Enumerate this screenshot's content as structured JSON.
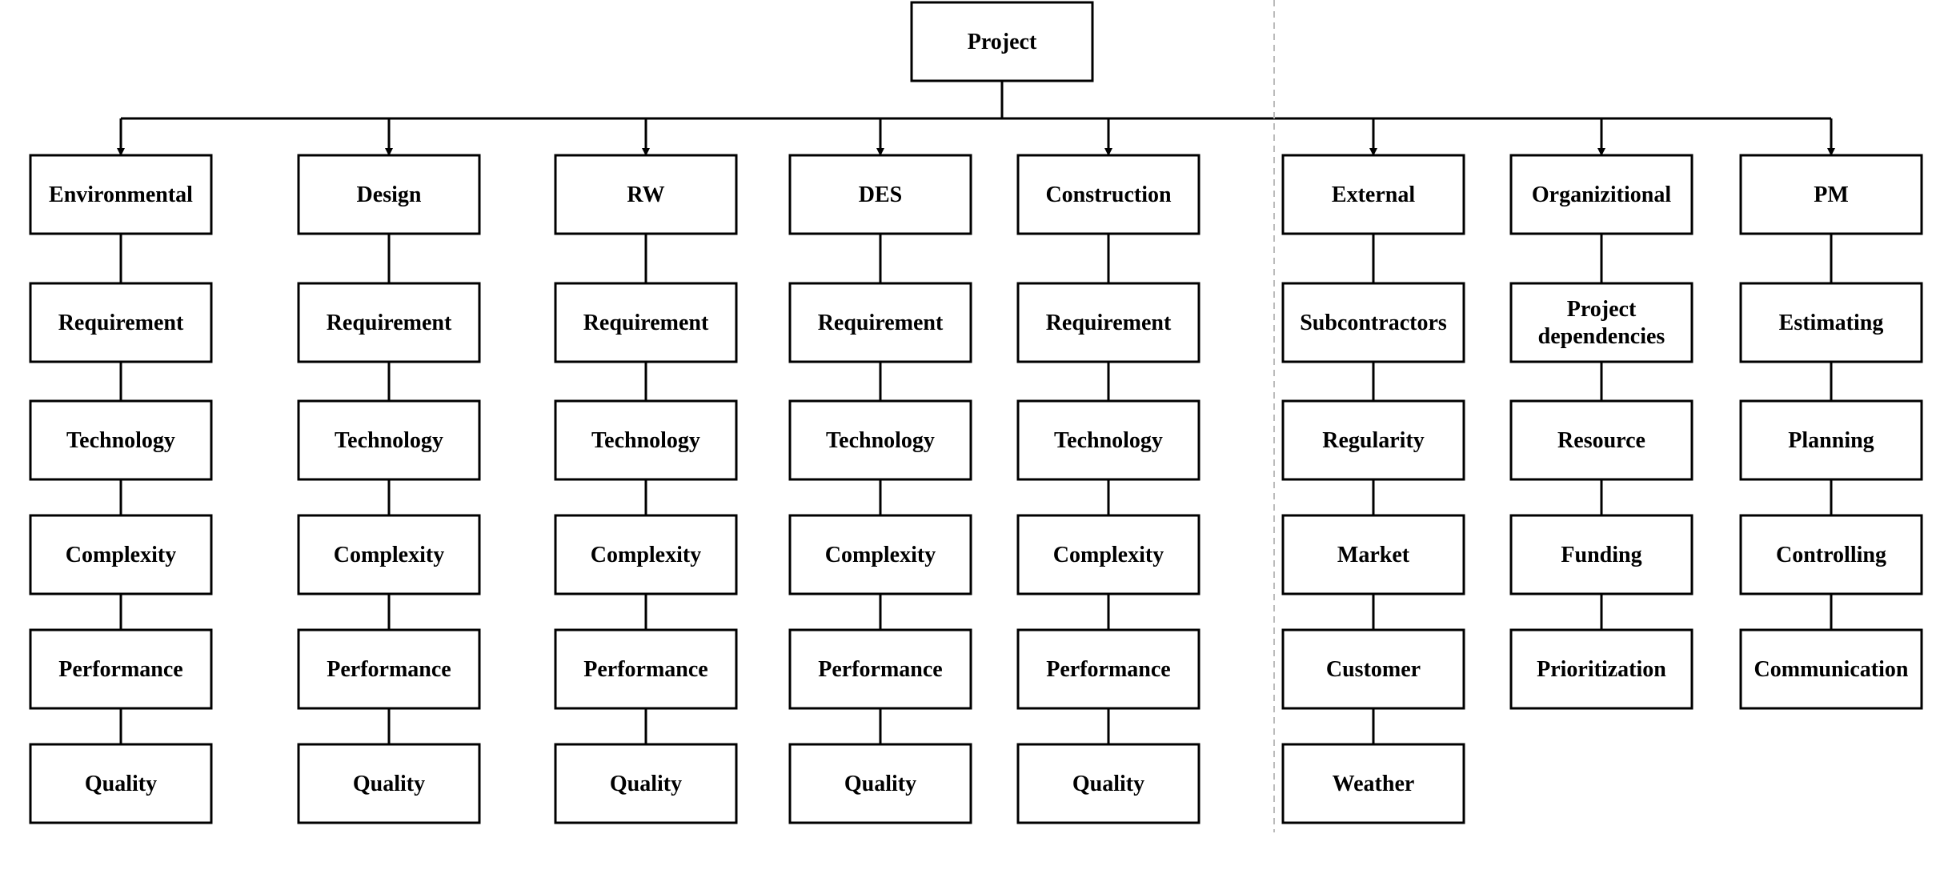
{
  "root": {
    "label": "Project"
  },
  "branches": [
    {
      "label": "Environmental",
      "items": [
        "Requirement",
        "Technology",
        "Complexity",
        "Performance",
        "Quality"
      ]
    },
    {
      "label": "Design",
      "items": [
        "Requirement",
        "Technology",
        "Complexity",
        "Performance",
        "Quality"
      ]
    },
    {
      "label": "RW",
      "items": [
        "Requirement",
        "Technology",
        "Complexity",
        "Performance",
        "Quality"
      ]
    },
    {
      "label": "DES",
      "items": [
        "Requirement",
        "Technology",
        "Complexity",
        "Performance",
        "Quality"
      ]
    },
    {
      "label": "Construction",
      "items": [
        "Requirement",
        "Technology",
        "Complexity",
        "Performance",
        "Quality"
      ]
    },
    {
      "label": "External",
      "items": [
        "Subcontractors",
        "Regularity",
        "Market",
        "Customer",
        "Weather"
      ]
    },
    {
      "label": "Organizitional",
      "items": [
        "Project\ndependencies",
        "Resource",
        "Funding",
        "Prioritization"
      ]
    },
    {
      "label": "PM",
      "items": [
        "Estimating",
        "Planning",
        "Controlling",
        "Communication"
      ]
    }
  ],
  "colors": {
    "stroke": "#000000",
    "divider": "#bbbbbb",
    "background": "#ffffff"
  }
}
